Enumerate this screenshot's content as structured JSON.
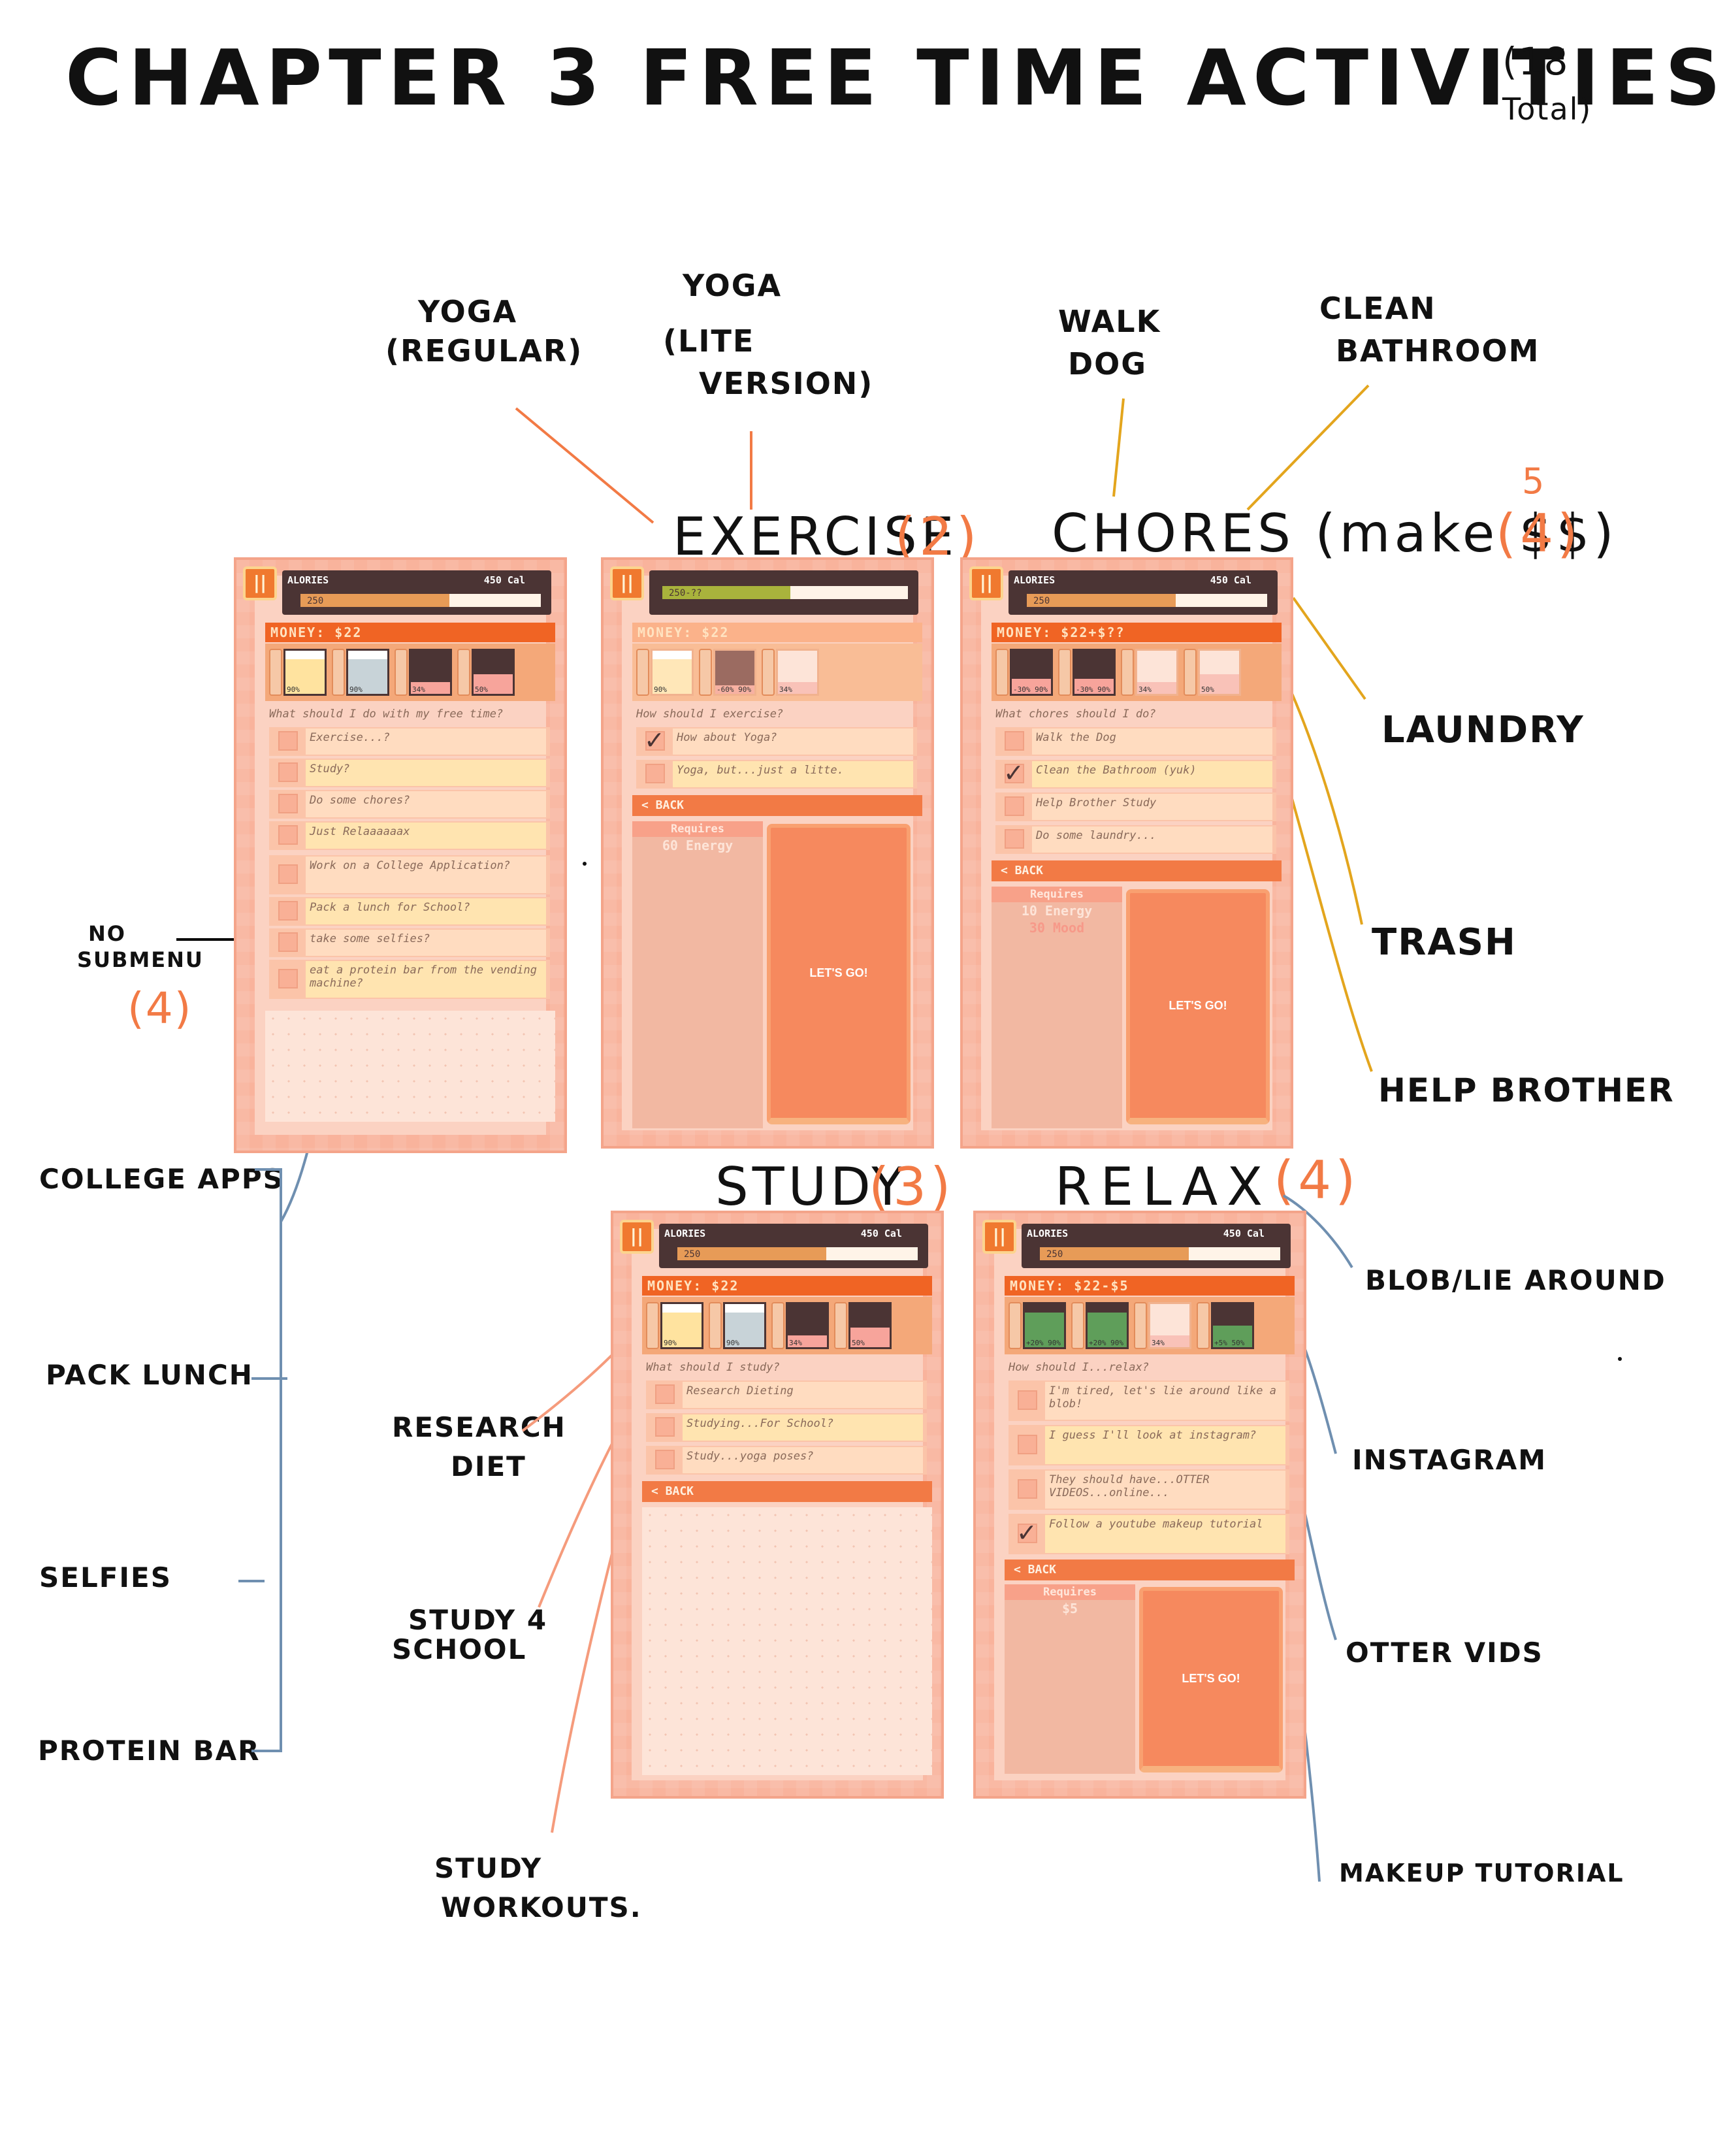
{
  "page": {
    "title": "CHAPTER 3  FREE TIME ACTIVITIES",
    "total_note_1": "(18",
    "total_note_2": "Total)"
  },
  "colors": {
    "accent": "#f27a45",
    "gold": "#e3a51d",
    "blue": "#6f8fb0",
    "dark": "#4b3434"
  },
  "headers": {
    "exercise": "EXERCISE",
    "exercise_count": "(2)",
    "chores": "CHORES (make $$)",
    "chores_count_old": "(4)",
    "chores_count_new": "5",
    "study": "STUDY",
    "study_count": "(3)",
    "relax": "RELAX",
    "relax_count": "(4)"
  },
  "annotations": {
    "yoga_regular": [
      "YOGA",
      "(REGULAR)"
    ],
    "yoga_lite": [
      "YOGA",
      "(LITE",
      "VERSION)"
    ],
    "walk_dog": [
      "WALK",
      "DOG"
    ],
    "clean_bathroom": [
      "CLEAN",
      "BATHROOM"
    ],
    "laundry": "LAUNDRY",
    "trash": "TRASH",
    "help_brother": "HELP BROTHER",
    "no_submenu": [
      "NO",
      "SUBMENU"
    ],
    "no_submenu_count": "(4)",
    "college_apps": "COLLEGE APPS",
    "pack_lunch": "PACK LUNCH",
    "selfies": "SELFIES",
    "protein_bar": "PROTEIN BAR",
    "research_diet": [
      "RESEARCH",
      "DIET"
    ],
    "study_school": [
      "STUDY 4",
      "SCHOOL"
    ],
    "study_workouts": [
      "STUDY",
      "WORKOUTS."
    ],
    "blob": "BLOB/LIE AROUND",
    "instagram": "INSTAGRAM",
    "otter_vids": "OTTER VIDS",
    "makeup_tutorial": "MAKEUP TUTORIAL"
  },
  "screens": {
    "main": {
      "calories_label": "ALORIES",
      "calories_value": "450 Cal",
      "calories_fill": "250",
      "money": "MONEY: $22",
      "stats": [
        "90%",
        "90%",
        "34%",
        "50%"
      ],
      "question": "What should I do with my free time?",
      "options": [
        "Exercise...?",
        "Study?",
        "Do some chores?",
        "Just Relaaaaaax",
        "Work on a College Application?",
        "Pack a lunch for School?",
        "take some selfies?",
        "eat a protein bar from the vending machine?"
      ]
    },
    "exercise": {
      "calories_fill": "250-??",
      "money": "MONEY: $22",
      "stats": [
        "90%",
        "-60% 90%",
        "34%"
      ],
      "question": "How should I exercise?",
      "options": [
        "How about Yoga?",
        "Yoga, but...just a litte."
      ],
      "back": "< BACK",
      "requires_label": "Requires",
      "requires": [
        "60 Energy"
      ],
      "go": "LET'S GO!"
    },
    "chores": {
      "calories_label": "ALORIES",
      "calories_value": "450 Cal",
      "calories_fill": "250",
      "money": "MONEY: $22+$??",
      "stats": [
        "-30% 90%",
        "-30% 90%",
        "34%",
        "50%"
      ],
      "question": "What chores should I do?",
      "options": [
        "Walk the Dog",
        "Clean the Bathroom (yuk)",
        "Help Brother Study",
        "Do some laundry..."
      ],
      "back": "< BACK",
      "requires_label": "Requires",
      "requires": [
        "10 Energy",
        "30 Mood"
      ],
      "go": "LET'S GO!"
    },
    "study": {
      "calories_label": "ALORIES",
      "calories_value": "450 Cal",
      "calories_fill": "250",
      "money": "MONEY: $22",
      "stats": [
        "90%",
        "90%",
        "34%",
        "50%"
      ],
      "question": "What should I study?",
      "options": [
        "Research Dieting",
        "Studying...For School?",
        "Study...yoga poses?"
      ],
      "back": "< BACK"
    },
    "relax": {
      "calories_label": "ALORIES",
      "calories_value": "450 Cal",
      "calories_fill": "250",
      "money": "MONEY: $22-$5",
      "stats": [
        "+20% 90%",
        "+20% 90%",
        "34%",
        "+5% 50%"
      ],
      "question": "How should I...relax?",
      "options": [
        "I'm tired, let's lie around like a blob!",
        "I guess I'll look at instagram?",
        "They should have...OTTER VIDEOS...online...",
        "Follow a youtube makeup tutorial"
      ],
      "back": "< BACK",
      "requires_label": "Requires",
      "requires": [
        "$5"
      ],
      "go": "LET'S GO!"
    }
  }
}
